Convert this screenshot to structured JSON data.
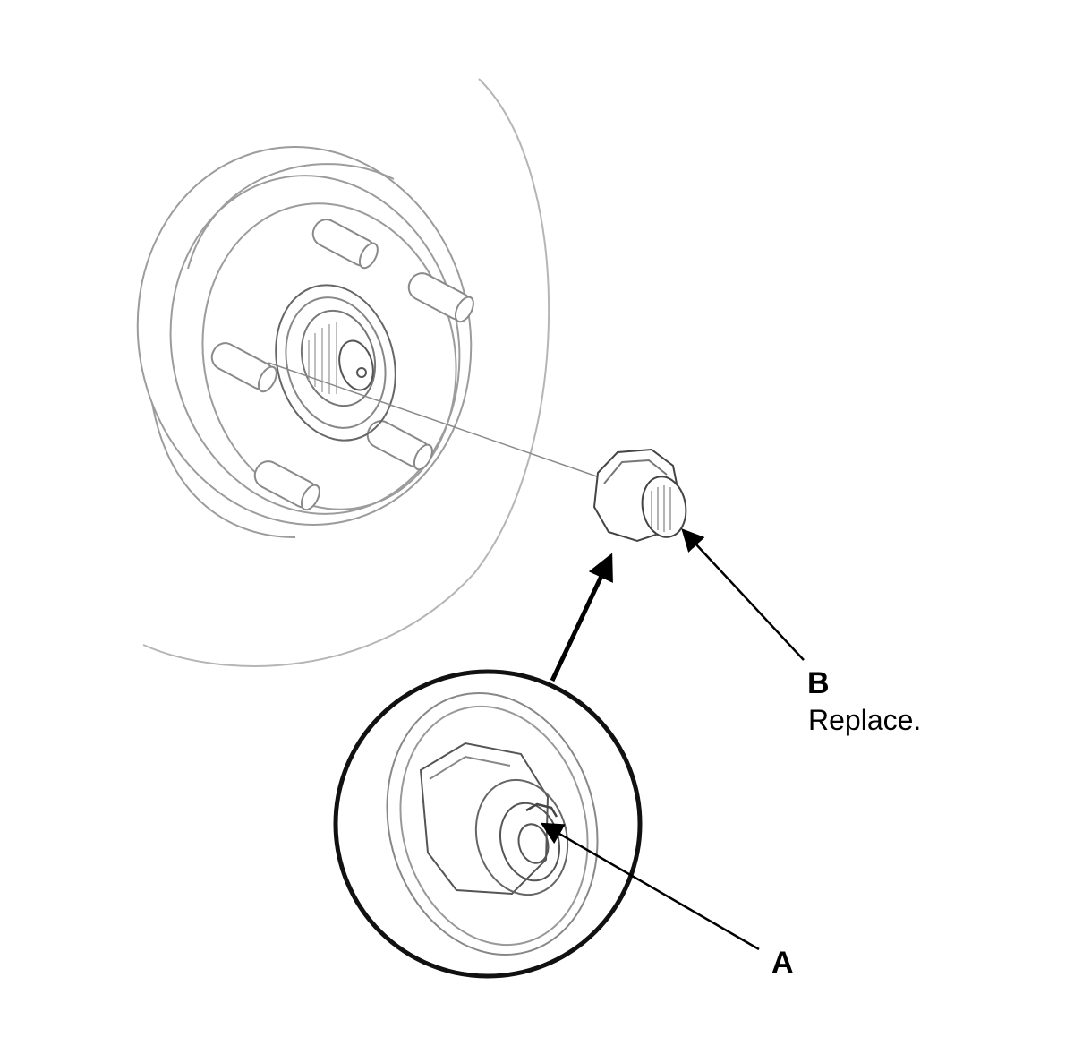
{
  "callouts": {
    "a": {
      "letter": "A"
    },
    "b": {
      "letter": "B",
      "note": "Replace."
    }
  },
  "colors": {
    "background": "#ffffff",
    "line": "#000000",
    "light_line": "#a8a8a8"
  },
  "icons": [
    "wheel-hub-icon",
    "spindle-nut-icon",
    "detail-magnifier-icon"
  ]
}
